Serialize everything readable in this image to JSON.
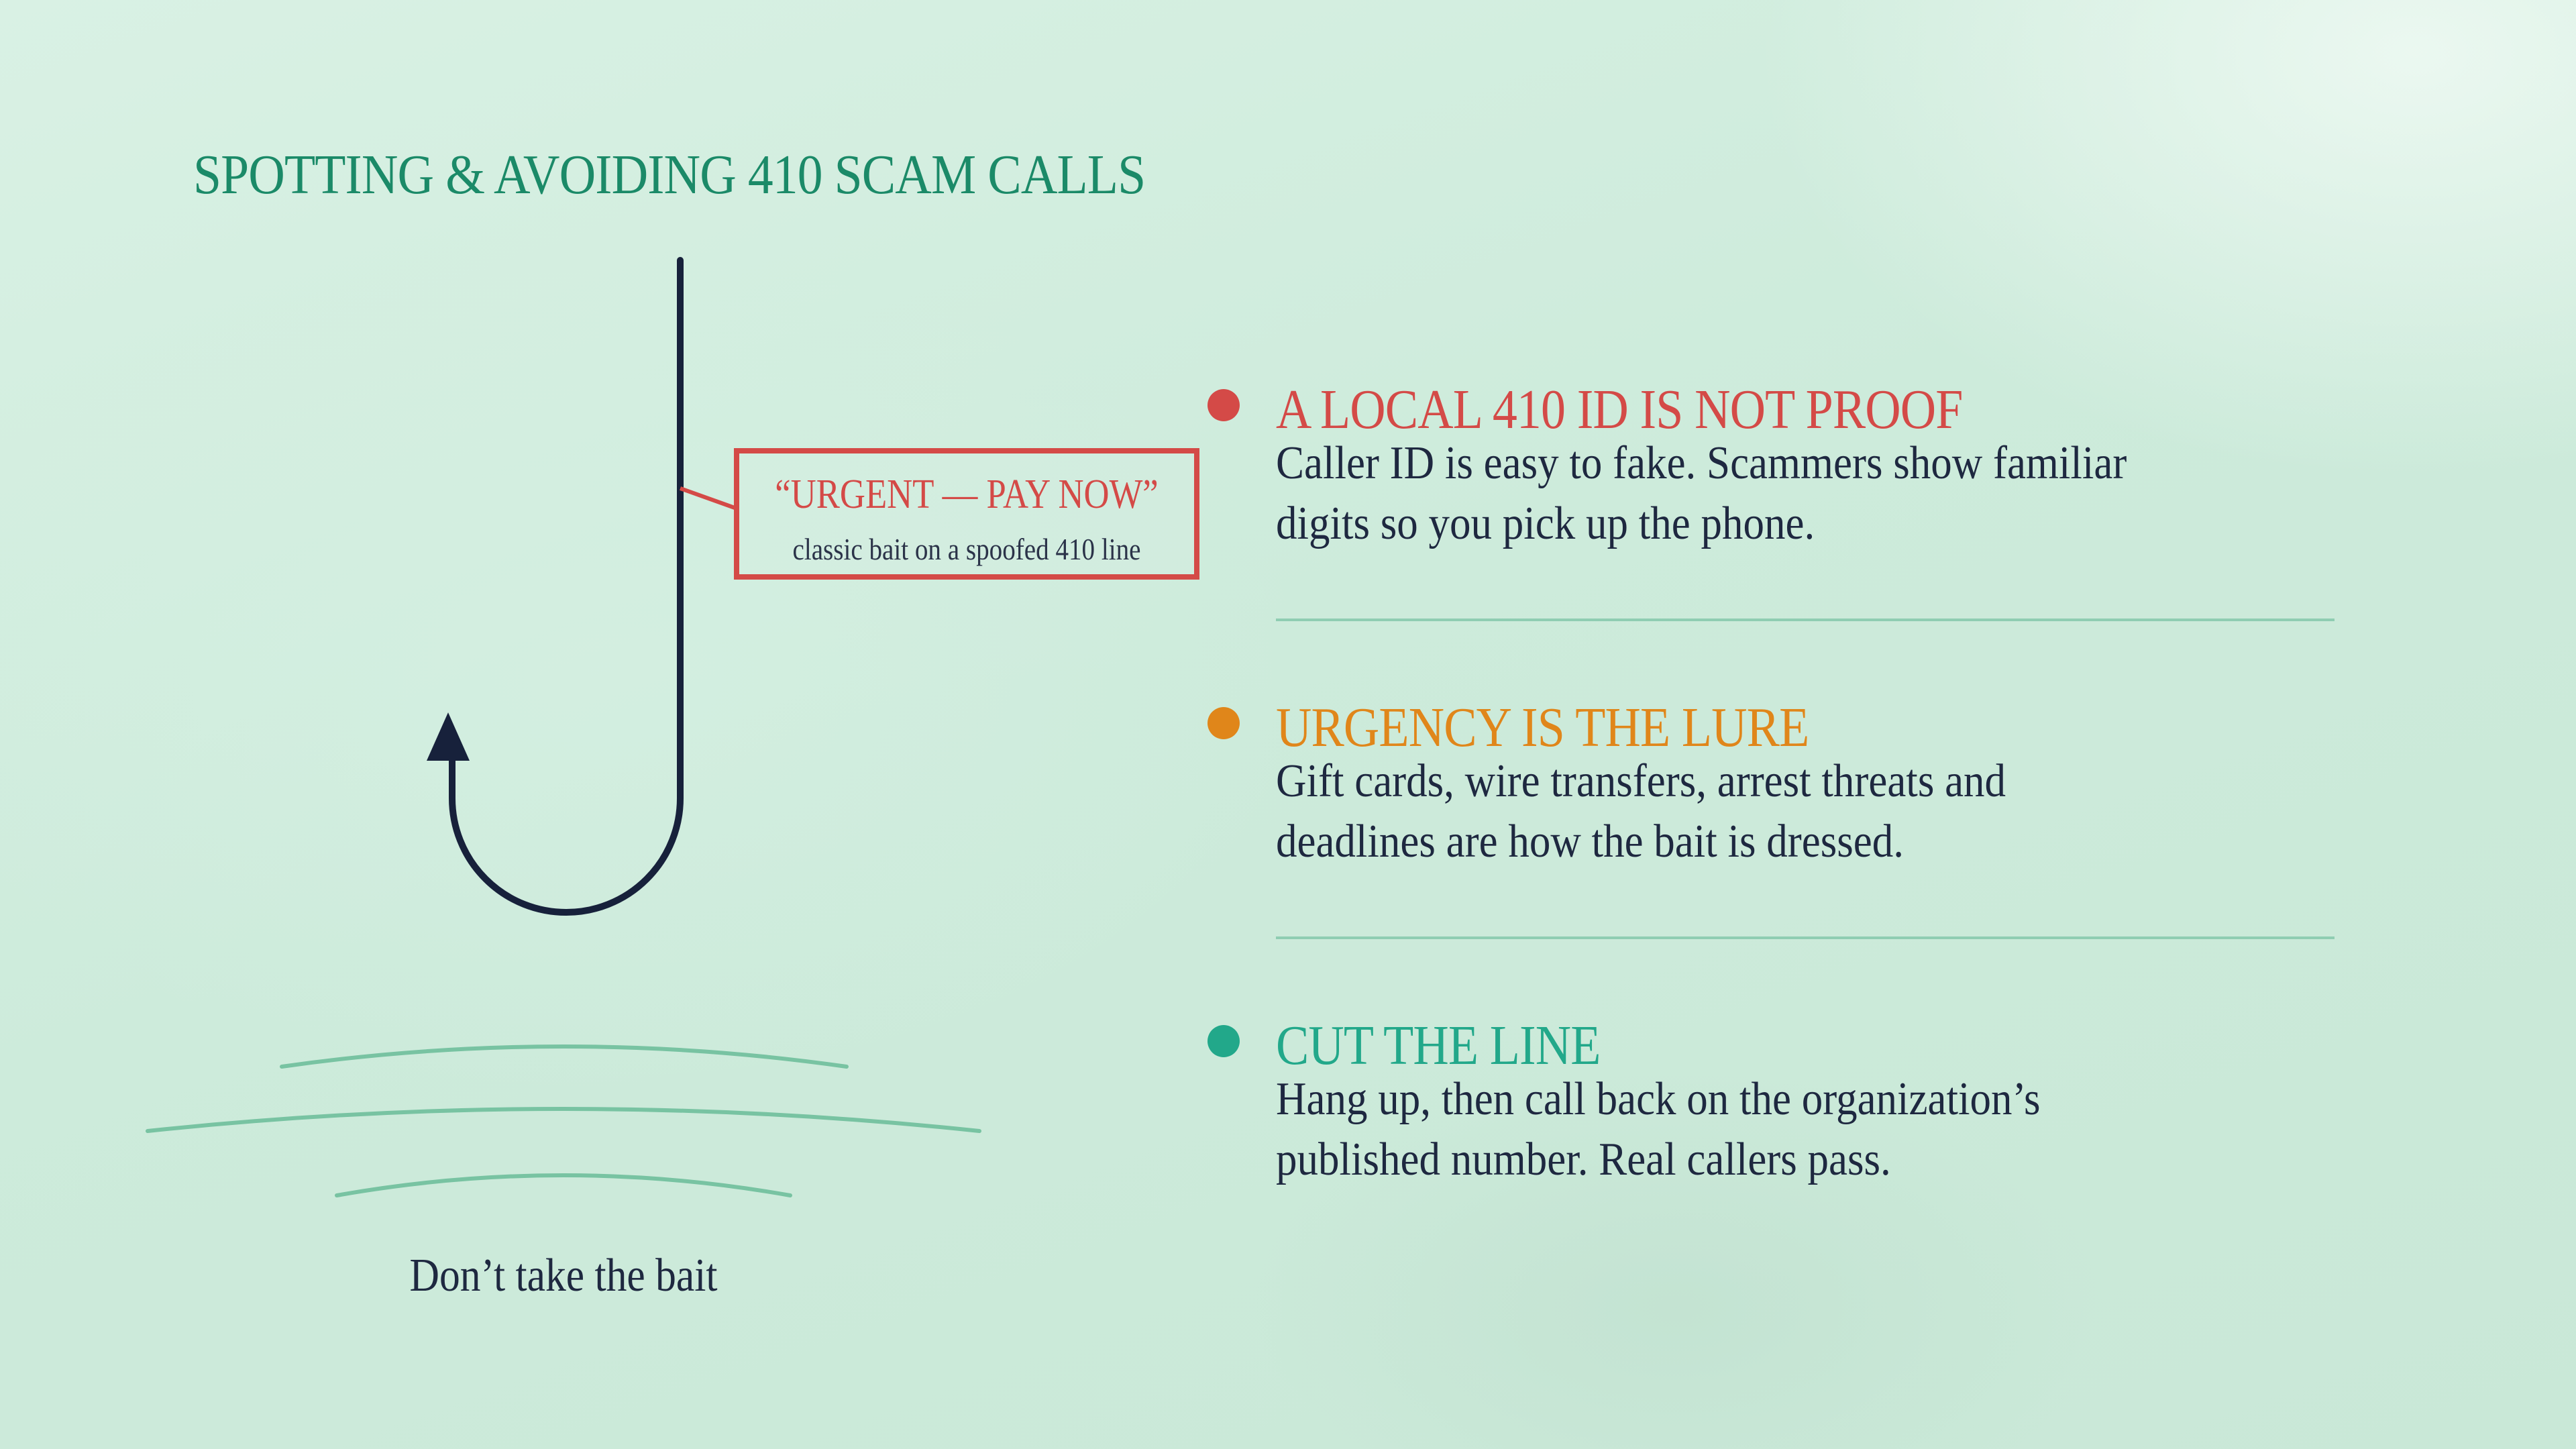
{
  "title": "SPOTTING & AVOIDING 410 SCAM CALLS",
  "bait": {
    "headline": "“URGENT — PAY NOW”",
    "subtext": "classic bait on a spoofed 410 line"
  },
  "caption": "Don’t take the bait",
  "points": [
    {
      "heading": "A LOCAL 410 ID IS NOT PROOF",
      "body": "Caller ID is easy to fake. Scammers show familiar digits so you pick up the phone.",
      "color": "#d44a47"
    },
    {
      "heading": "URGENCY IS THE LURE",
      "body": "Gift cards, wire transfers, arrest threats and deadlines are how the bait is dressed.",
      "color": "#e0861a"
    },
    {
      "heading": "CUT THE LINE",
      "body": "Hang up, then call back on the organization’s published number. Real callers pass.",
      "color": "#22a88a"
    }
  ],
  "colors": {
    "title": "#1b8a68",
    "hook": "#17213b",
    "water": "#78c3a2",
    "divider": "#8fcdb2"
  },
  "icons": [
    "fishing-hook-icon",
    "water-ripples-icon"
  ]
}
